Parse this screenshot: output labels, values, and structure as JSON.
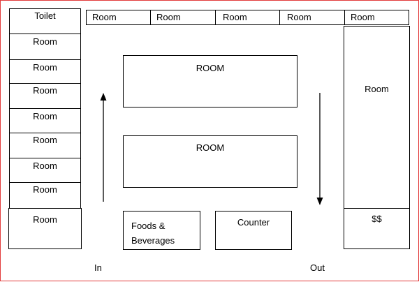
{
  "left_column": [
    "Toilet",
    "Room",
    "Room",
    "Room",
    "Room",
    "Room",
    "Room",
    "Room",
    "Room"
  ],
  "top_row": [
    "Room",
    "Room",
    "Room",
    "Room",
    "Room"
  ],
  "center_rooms": [
    "ROOM",
    "ROOM"
  ],
  "right_column": {
    "room": "Room",
    "payment": "$$"
  },
  "food_beverages": {
    "line1": "Foods &",
    "line2": "Beverages"
  },
  "counter": "Counter",
  "flow": {
    "in": "In",
    "out": "Out"
  },
  "colors": {
    "frame": "#e23a3a",
    "lines": "#000000"
  }
}
